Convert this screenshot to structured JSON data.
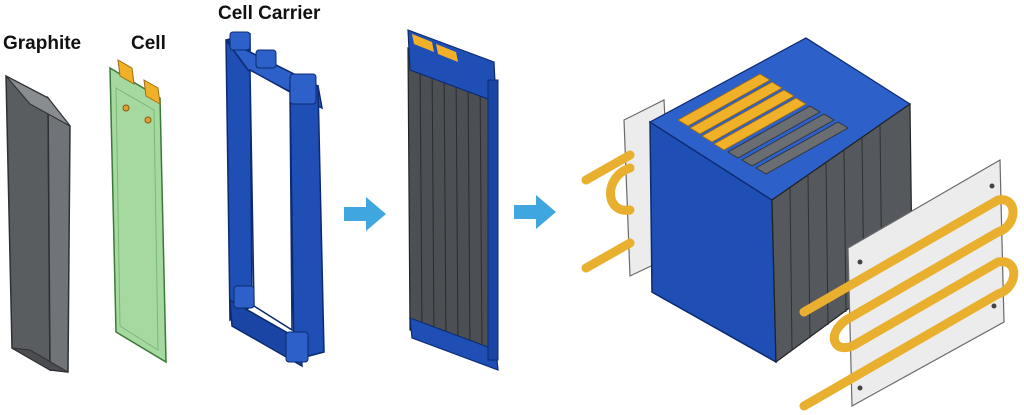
{
  "labels": {
    "graphite": "Graphite",
    "cell": "Cell",
    "cell_carrier": "Cell Carrier"
  },
  "colors": {
    "graphite": "#5a5d60",
    "cell_fill": "#a6d9a0",
    "tab": "#f0b028",
    "carrier": "#1f4fb5",
    "arrow": "#3fa6e0",
    "plate": "#ececec",
    "pipe": "#e8b02e"
  },
  "icons": [
    "right-arrow-icon",
    "right-arrow-icon"
  ]
}
